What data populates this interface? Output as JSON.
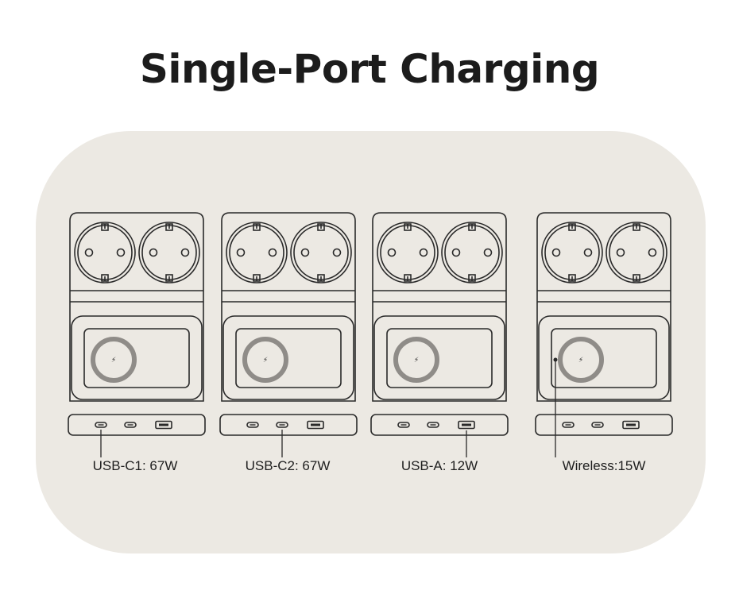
{
  "title": "Single-Port Charging",
  "devices": [
    {
      "label": "USB-C1: 67W",
      "active_port": "usb-c1"
    },
    {
      "label": "USB-C2: 67W",
      "active_port": "usb-c2"
    },
    {
      "label": "USB-A: 12W",
      "active_port": "usb-a"
    },
    {
      "label": "Wireless:15W",
      "active_port": "wireless"
    }
  ],
  "colors": {
    "background": "#ffffff",
    "panel": "#ece9e3",
    "line": "#2a2a2a",
    "wireless_ring": "#8f8c88",
    "title": "#1c1c1c"
  }
}
